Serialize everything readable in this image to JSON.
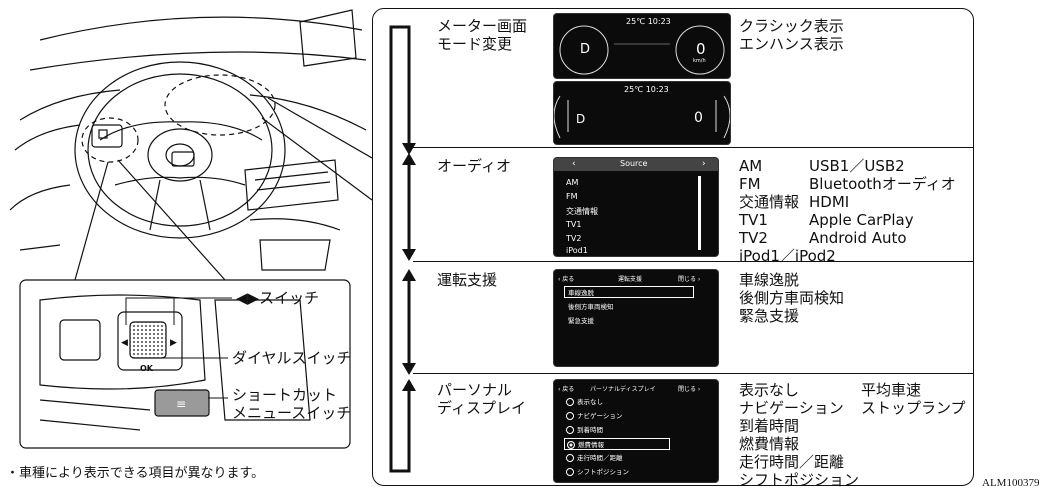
{
  "callouts": {
    "arrow_switch": "◀▶スイッチ",
    "dial_switch": "ダイヤルスイッチ",
    "shortcut_line1": "ショートカット",
    "shortcut_line2": "メニュースイッチ",
    "dial_ok": "OK"
  },
  "footnote": "・車種により表示できる項目が異なります。",
  "figure_code": "ALM100379",
  "rows": [
    {
      "mode_line1": "メーター画面",
      "mode_line2": "モード変更",
      "options": [
        "クラシック表示",
        "エンハンス表示"
      ],
      "screen1": {
        "top_text": "25℃  10:23",
        "gear": "D",
        "speed": "0",
        "speed_unit": "km/h"
      },
      "screen2": {
        "top_text": "25℃  10:23",
        "gear": "D",
        "speed": "0"
      }
    },
    {
      "mode_line1": "オーディオ",
      "screen": {
        "header_left": "‹",
        "header_title": "Source",
        "header_right": "›",
        "items": [
          "AM",
          "FM",
          "交通情報",
          "TV1",
          "TV2",
          "iPod1"
        ]
      },
      "options_col1": [
        "AM",
        "FM",
        "交通情報",
        "TV1",
        "TV2",
        "iPod1／iPod2"
      ],
      "options_col2": [
        "USB1／USB2",
        "Bluetoothオーディオ",
        "HDMI",
        "Apple CarPlay",
        "Android Auto"
      ]
    },
    {
      "mode_line1": "運転支援",
      "screen": {
        "back": "‹ 戻る",
        "title": "運転支援",
        "close": "閉じる ›",
        "items": [
          "車線逸脱",
          "後側方車両検知",
          "緊急支援"
        ]
      },
      "options": [
        "車線逸脱",
        "後側方車両検知",
        "緊急支援"
      ]
    },
    {
      "mode_line1": "パーソナル",
      "mode_line2": "ディスプレイ",
      "screen": {
        "back": "‹ 戻る",
        "title": "パーソナルディスプレイ",
        "close": "閉じる ›",
        "items": [
          "表示なし",
          "ナビゲーション",
          "到着時間",
          "燃費情報",
          "走行時間／距離",
          "シフトポジション"
        ],
        "selected_index": 3
      },
      "options_col1": [
        "表示なし",
        "ナビゲーション",
        "到着時間",
        "燃費情報",
        "走行時間／距離",
        "シフトポジション"
      ],
      "options_col2": [
        "平均車速",
        "ストップランプ"
      ]
    }
  ]
}
